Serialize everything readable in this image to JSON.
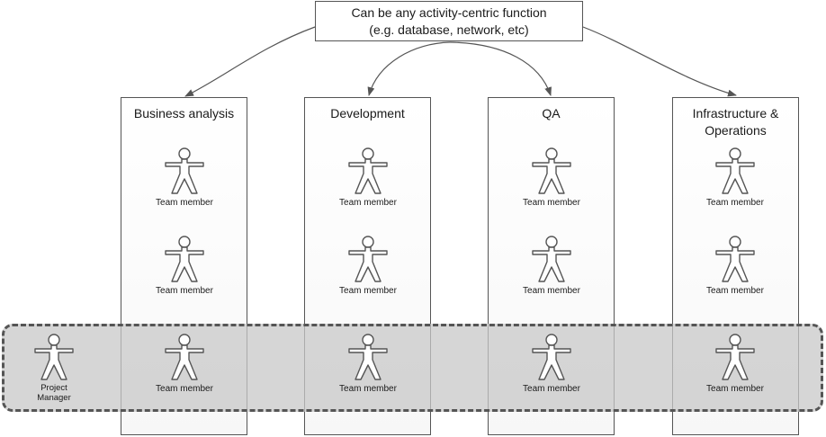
{
  "callout": {
    "line1": "Can be any activity-centric function",
    "line2": "(e.g. database, network, etc)"
  },
  "columns": [
    {
      "title_line1": "Business analysis",
      "title_line2": ""
    },
    {
      "title_line1": "Development",
      "title_line2": ""
    },
    {
      "title_line1": "QA",
      "title_line2": ""
    },
    {
      "title_line1": "Infrastructure &",
      "title_line2": "Operations"
    }
  ],
  "actors": {
    "team_member_label": "Team member",
    "project_manager_line1": "Project",
    "project_manager_line2": "Manager"
  },
  "colors": {
    "stroke": "#555555",
    "band_fill": "#c8c8c8"
  },
  "icons": {
    "actor": "person-outline-icon",
    "arrow": "arrow-head-icon"
  }
}
